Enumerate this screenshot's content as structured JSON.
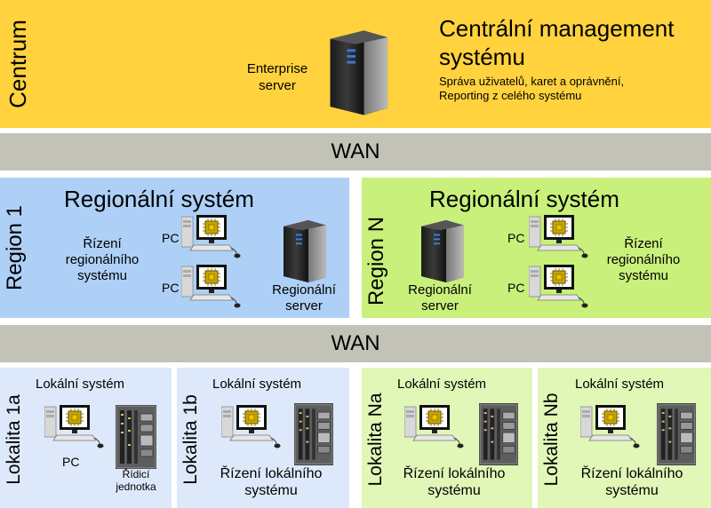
{
  "colors": {
    "centrum": "#ffd23e",
    "wan": "#c2c2b6",
    "region1": "#aed0f6",
    "regionN": "#c8f07a",
    "local1": "#dde9fb",
    "localN": "#e0f7b7"
  },
  "centrum": {
    "side_label": "Centrum",
    "server_label_line1": "Enterprise",
    "server_label_line2": "server",
    "title_line1": "Centrální management",
    "title_line2": "systému",
    "desc_line1": "Správa uživatelů, karet a oprávnění,",
    "desc_line2": "Reporting z celého systému",
    "server_icon": "server-tower-icon"
  },
  "wan1": {
    "label": "WAN"
  },
  "wan2": {
    "label": "WAN"
  },
  "region1": {
    "side_label": "Region 1",
    "title": "Regionální systém",
    "desc_line1": "Řízení",
    "desc_line2": "regionálního",
    "desc_line3": "systému",
    "pc1_label": "PC",
    "pc2_label": "PC",
    "server_label_line1": "Regionální",
    "server_label_line2": "server"
  },
  "regionN": {
    "side_label": "Region N",
    "title": "Regionální systém",
    "desc_line1": "Řízení",
    "desc_line2": "regionálního",
    "desc_line3": "systému",
    "pc1_label": "PC",
    "pc2_label": "PC",
    "server_label_line1": "Regionální",
    "server_label_line2": "server"
  },
  "local1a": {
    "side_label": "Lokalita 1a",
    "title": "Lokální systém",
    "pc_label": "PC",
    "ctrl_label_line1": "Řídicí",
    "ctrl_label_line2": "jednotka"
  },
  "local1b": {
    "side_label": "Lokalita 1b",
    "title": "Lokální systém",
    "desc_line1": "Řízení lokálního",
    "desc_line2": "systému"
  },
  "localNa": {
    "side_label": "Lokalita Na",
    "title": "Lokální systém",
    "desc_line1": "Řízení lokálního",
    "desc_line2": "systému"
  },
  "localNb": {
    "side_label": "Lokalita Nb",
    "title": "Lokální systém",
    "desc_line1": "Řízení lokálního",
    "desc_line2": "systému"
  }
}
